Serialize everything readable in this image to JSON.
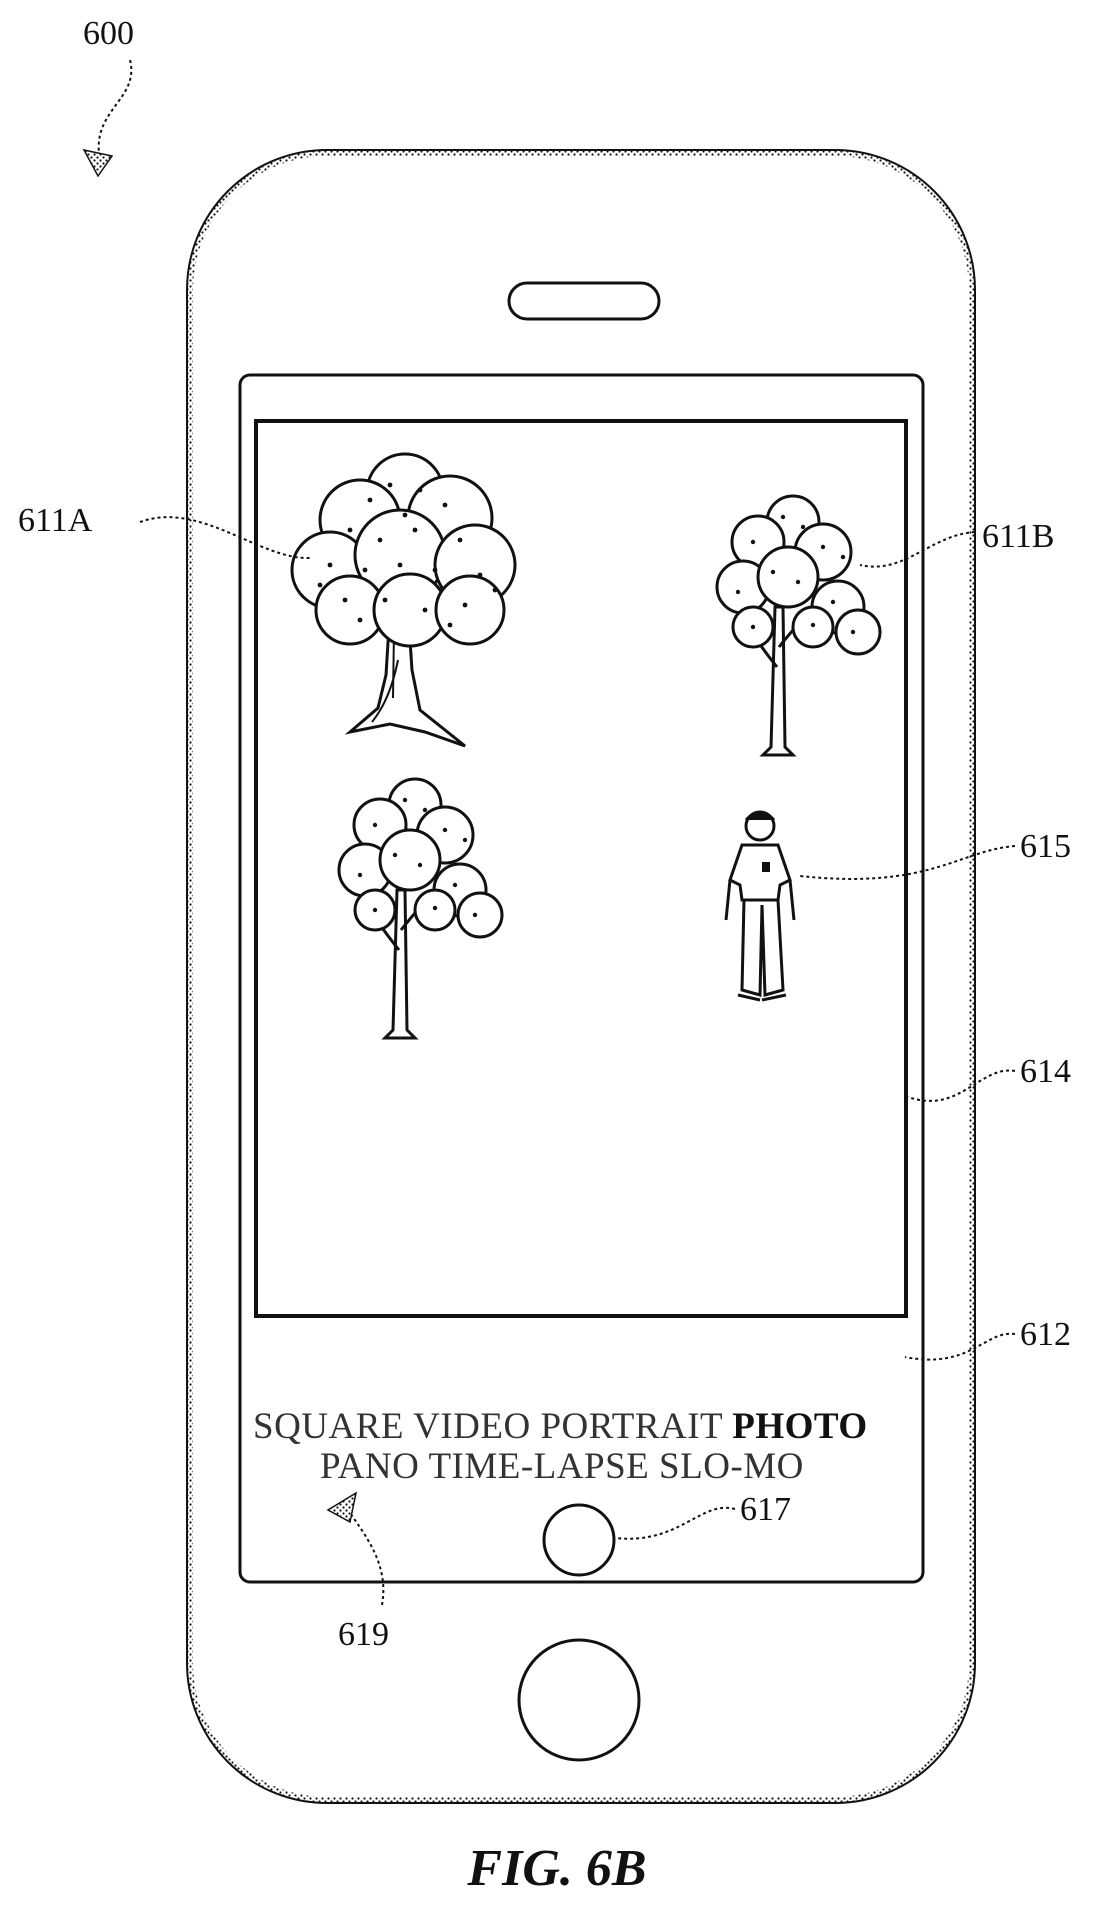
{
  "figure": {
    "caption": "FIG. 6B"
  },
  "refs": {
    "device": "600",
    "tree_large": "611A",
    "tree_right": "611B",
    "person": "615",
    "viewfinder": "614",
    "camera_ui": "612",
    "shutter": "617",
    "mode_selector": "619"
  },
  "camera_modes": {
    "row1": [
      "SQUARE",
      "VIDEO",
      "PORTRAIT",
      "PHOTO"
    ],
    "row2": [
      "PANO",
      "TIME-LAPSE",
      "SLO-MO"
    ],
    "selected": "PHOTO"
  },
  "icons": {
    "device": "smartphone-outline",
    "speaker": "earpiece-slot-icon",
    "home_button": "home-button-icon",
    "shutter": "shutter-button-icon",
    "tree": "tree-icon",
    "person": "person-icon",
    "arrow": "arrowhead-icon"
  }
}
